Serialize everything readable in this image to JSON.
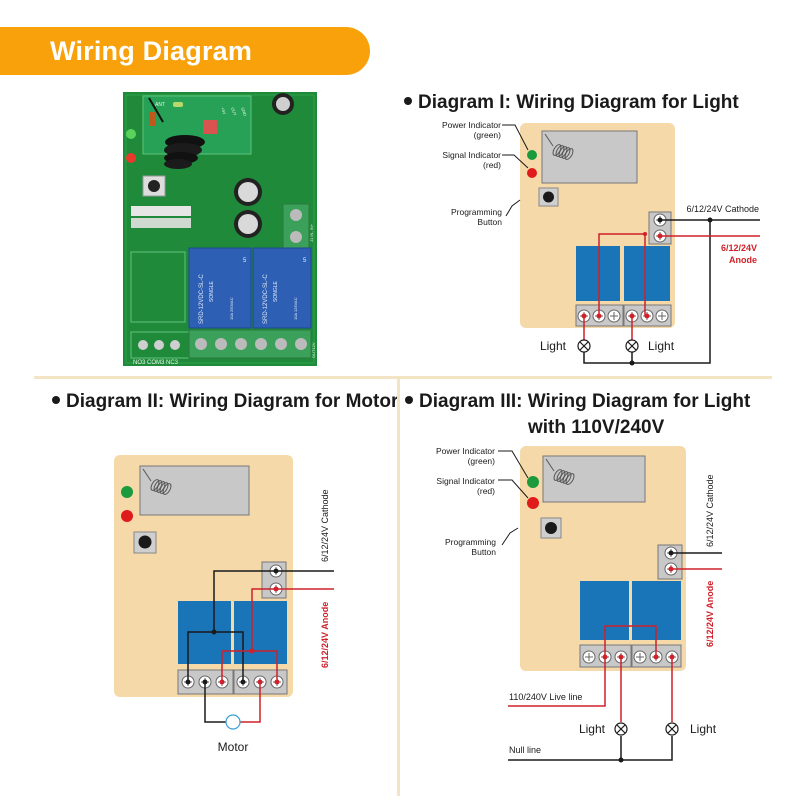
{
  "banner": {
    "title": "Wiring Diagram"
  },
  "colors": {
    "banner": "#f9a10a",
    "board": "#f5d9a8",
    "relay": "#1a74b8",
    "wire_red": "#d0202a",
    "wire_black": "#1a1a1a",
    "led_green": "#1a9a3c",
    "led_red": "#e01b1b",
    "pcb_green": "#1f8a3a",
    "divider": "#f3e4c4"
  },
  "pcb_photo": {
    "silkscreen": {
      "antenna_label": "ANT",
      "module_pins": [
        "+5V",
        "OUT",
        "GND"
      ],
      "bottom_labels": "NO3 COM3 NC3",
      "connector_label": "J1 IN- IN+",
      "right_label": "OUT12V",
      "relay_brand": "SONGLE",
      "relay_model": "SRD-12VDC-SL-C",
      "relay_ratings": [
        "10A 250VAC",
        "10A 125VAC",
        "10A 30VDC",
        "10A 28VDC"
      ],
      "relay_number": "5"
    }
  },
  "diagrams": [
    {
      "id": "I",
      "title": "Diagram I: Wiring Diagram for Light",
      "labels": {
        "power_indicator": [
          "Power Indicator",
          "(green)"
        ],
        "signal_indicator": [
          "Signal  Indicator",
          "(red)"
        ],
        "programming_button": [
          "Programming",
          "Button"
        ],
        "cathode": "6/12/24V Cathode",
        "anode": [
          "6/12/24V",
          "Anode"
        ],
        "load_left": "Light",
        "load_right": "Light"
      }
    },
    {
      "id": "II",
      "title": "Diagram II: Wiring Diagram for Motor",
      "labels": {
        "cathode": "6/12/24V Cathode",
        "anode": "6/12/24V Anode",
        "load": "Motor"
      }
    },
    {
      "id": "III",
      "title_line1": "Diagram III: Wiring Diagram for Light",
      "title_line2": "with 110V/240V",
      "labels": {
        "power_indicator": [
          "Power Indicator",
          "(green)"
        ],
        "signal_indicator": [
          "Signal  Indicator",
          "(red)"
        ],
        "programming_button": [
          "Programming",
          "Button"
        ],
        "cathode": "6/12/24V Cathode",
        "anode": "6/12/24V Anode",
        "live_line": "110/240V Live line",
        "null_line": "Null line",
        "load_left": "Light",
        "load_right": "Light"
      }
    }
  ]
}
